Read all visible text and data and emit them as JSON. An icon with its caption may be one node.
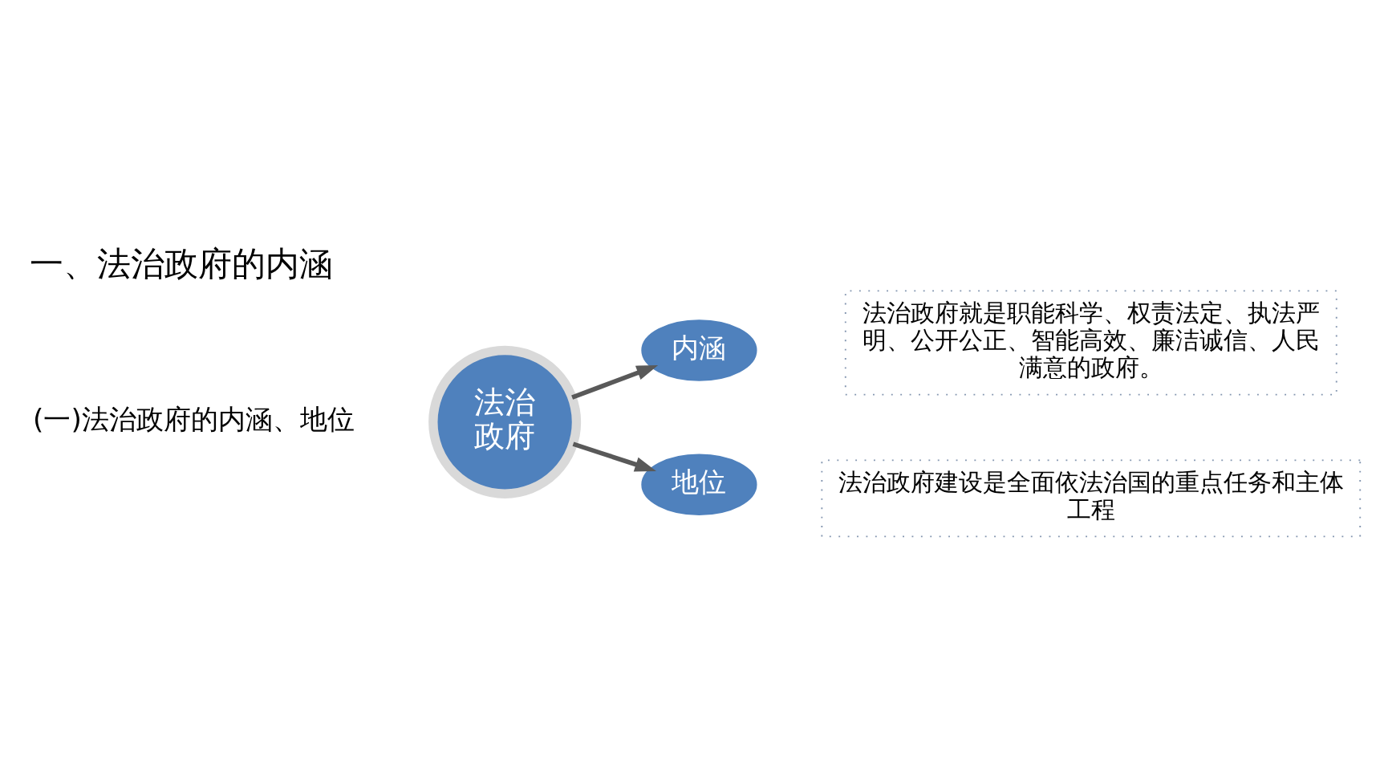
{
  "diagram": {
    "title": "一、法治政府的内涵",
    "nodes": [
      {
        "text": [
          "法治政府"
        ]
      },
      {
        "text": [
          "内涵"
        ]
      },
      {
        "text": [
          "地位"
        ]
      },
      {
        "text": [
          "法治政府就是职能科学、权责法定、执法严明、公开公正、智能高效、廉洁诚信、人民满意的政府。"
        ]
      },
      {
        "text": [
          "法治政府建设是全面依法治国的重点任务和主体工程"
        ]
      }
    ],
    "edges": [
      {
        "from": 0,
        "to": 1,
        "arrow": "to"
      },
      {
        "from": 0,
        "to": 2,
        "arrow": "to"
      }
    ],
    "labels": [
      "(一)法治政府的内涵、地位"
    ]
  }
}
